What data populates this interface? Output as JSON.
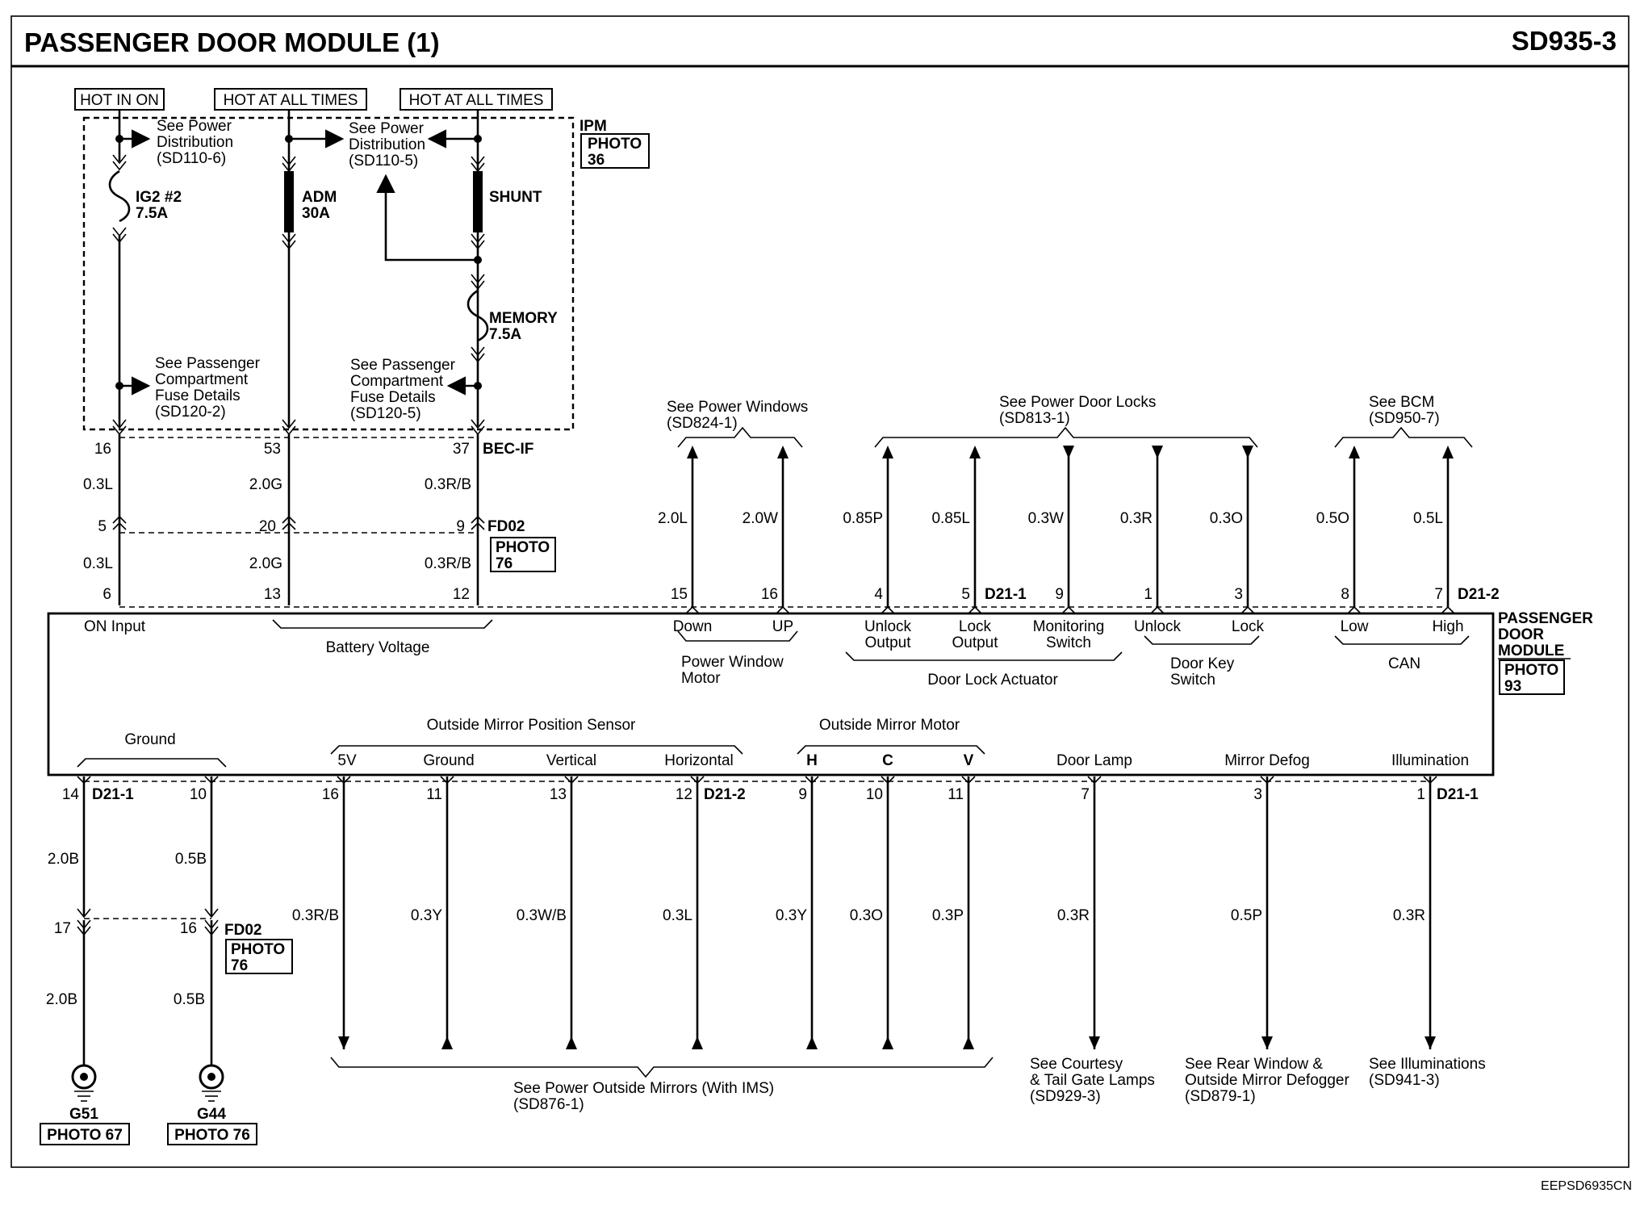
{
  "header": {
    "title": "PASSENGER DOOR MODULE (1)",
    "code": "SD935-3"
  },
  "footer": {
    "code": "EEPSD6935CN"
  },
  "power": {
    "labels": [
      "HOT IN ON",
      "HOT AT ALL TIMES",
      "HOT AT ALL TIMES"
    ],
    "ipm": "IPM",
    "ipm_photo": [
      "PHOTO",
      "36"
    ],
    "fuse_ig2": [
      "IG2 #2",
      "7.5A"
    ],
    "fuse_adm": [
      "ADM",
      "30A"
    ],
    "shunt": "SHUNT",
    "fuse_memory": [
      "MEMORY",
      "7.5A"
    ],
    "see_pd6": [
      "See Power",
      "Distribution",
      "(SD110-6)"
    ],
    "see_pd5": [
      "See Power",
      "Distribution",
      "(SD110-5)"
    ],
    "see_pcfd_left": [
      "See Passenger",
      "Compartment",
      "Fuse Details",
      "(SD120-2)"
    ],
    "see_pcfd_right": [
      "See Passenger",
      "Compartment",
      "Fuse Details",
      "(SD120-5)"
    ]
  },
  "connectors": {
    "bec": "BEC-IF",
    "fd02": "FD02",
    "photo": "PHOTO",
    "photo76": "76",
    "d21_1": "D21-1",
    "d21_2": "D21-2",
    "bec_pins": [
      "16",
      "53",
      "37"
    ],
    "fd02_pins": [
      "5",
      "20",
      "9"
    ],
    "mod_pins": [
      "6",
      "13",
      "12"
    ],
    "wires_upper": [
      "0.3L",
      "2.0G",
      "0.3R/B"
    ],
    "wires_lower": [
      "0.3L",
      "2.0G",
      "0.3R/B"
    ]
  },
  "module": {
    "name": [
      "PASSENGER",
      "DOOR",
      "MODULE"
    ],
    "photo": [
      "PHOTO",
      "93"
    ],
    "on_input": "ON Input",
    "battery_voltage": "Battery Voltage",
    "down": "Down",
    "up": "UP",
    "pwm": [
      "Power Window",
      "Motor"
    ],
    "unlock_output": [
      "Unlock",
      "Output"
    ],
    "lock_output": [
      "Lock",
      "Output"
    ],
    "monitoring_switch": [
      "Monitoring",
      "Switch"
    ],
    "door_lock_actuator": "Door Lock Actuator",
    "unlock": "Unlock",
    "lock": "Lock",
    "door_key_switch": [
      "Door Key",
      "Switch"
    ],
    "low": "Low",
    "high": "High",
    "can": "CAN",
    "ground": "Ground",
    "ompos": "Outside Mirror Position Sensor",
    "v5": "5V",
    "ground2": "Ground",
    "vertical": "Vertical",
    "horizontal": "Horizontal",
    "ommotor": "Outside Mirror Motor",
    "h": "H",
    "c": "C",
    "v": "V",
    "door_lamp": "Door Lamp",
    "mirror_defog": "Mirror Defog",
    "illumination": "Illumination"
  },
  "upper_refs": {
    "windows": [
      "See Power Windows",
      "(SD824-1)"
    ],
    "locks": [
      "See Power Door Locks",
      "(SD813-1)"
    ],
    "bcm": [
      "See BCM",
      "(SD950-7)"
    ]
  },
  "upper_circuits": [
    {
      "pin": "15",
      "wire": "2.0L"
    },
    {
      "pin": "16",
      "wire": "2.0W"
    },
    {
      "pin": "4",
      "wire": "0.85P"
    },
    {
      "pin": "5",
      "wire": "0.85L"
    },
    {
      "pin": "9",
      "wire": "0.3W"
    },
    {
      "pin": "1",
      "wire": "0.3R"
    },
    {
      "pin": "3",
      "wire": "0.3O"
    },
    {
      "pin": "8",
      "wire": "0.5O"
    },
    {
      "pin": "7",
      "wire": "0.5L"
    }
  ],
  "lower_circuits": [
    {
      "pin": "14",
      "wire": "2.0B"
    },
    {
      "pin": "10",
      "wire": "0.5B"
    },
    {
      "pin": "16",
      "wire": "0.3R/B"
    },
    {
      "pin": "11",
      "wire": "0.3Y"
    },
    {
      "pin": "13",
      "wire": "0.3W/B"
    },
    {
      "pin": "12",
      "wire": "0.3L"
    },
    {
      "pin": "9",
      "wire": "0.3Y"
    },
    {
      "pin": "10",
      "wire": "0.3O"
    },
    {
      "pin": "11",
      "wire": "0.3P"
    },
    {
      "pin": "7",
      "wire": "0.3R"
    },
    {
      "pin": "3",
      "wire": "0.5P"
    },
    {
      "pin": "1",
      "wire": "0.3R"
    }
  ],
  "ground_conn": {
    "pins": [
      "17",
      "16"
    ],
    "wires_lower": [
      "2.0B",
      "0.5B"
    ]
  },
  "grounds": [
    {
      "name": "G51",
      "photo": "PHOTO 67"
    },
    {
      "name": "G44",
      "photo": "PHOTO 76"
    }
  ],
  "lower_refs": {
    "mirrors": [
      "See Power Outside Mirrors (With IMS)",
      "(SD876-1)"
    ],
    "courtesy": [
      "See Courtesy",
      "& Tail Gate Lamps",
      "(SD929-3)"
    ],
    "rear_window": [
      "See Rear Window &",
      "Outside Mirror Defogger",
      "(SD879-1)"
    ],
    "illum": [
      "See Illuminations",
      "(SD941-3)"
    ]
  }
}
